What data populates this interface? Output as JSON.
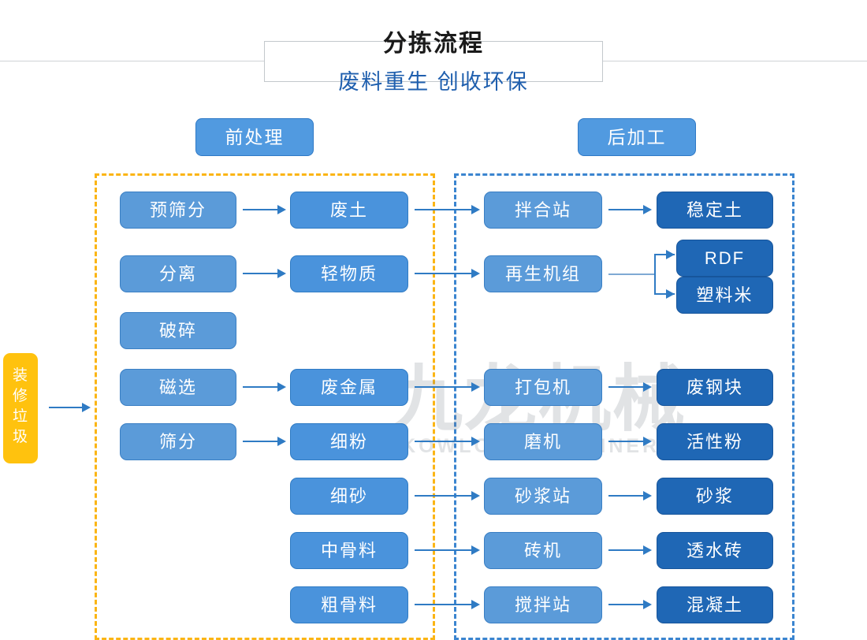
{
  "header": {
    "title": "分拣流程",
    "subtitle": "废料重生 创收环保"
  },
  "watermark": {
    "cn": "九龙机械",
    "en": "KOWLOONMACHINERY"
  },
  "stages": {
    "pre_label": "前处理",
    "post_label": "后加工"
  },
  "feed": {
    "chars": [
      "装",
      "修",
      "垃",
      "圾"
    ],
    "text": "装修垃圾",
    "color": "#ffc20e"
  },
  "colors": {
    "process": "#5b9bd9",
    "material": "#4a93dc",
    "output": "#1f67b5",
    "pre_frame": "#fbb515",
    "post_frame": "#3b85d0",
    "accent": "#1f5fae",
    "connector": "#2f7bc4"
  },
  "chart_data": {
    "type": "diagram",
    "title": "分拣流程",
    "subtitle": "废料重生 创收环保",
    "input": "装修垃圾",
    "groups": [
      {
        "name": "前处理",
        "frame_color": "#fbb515"
      },
      {
        "name": "后加工",
        "frame_color": "#3b85d0"
      }
    ],
    "rows": [
      {
        "process": "预筛分",
        "material": "废土",
        "machine": "拌合站",
        "outputs": [
          "稳定土"
        ]
      },
      {
        "process": "分离",
        "material": "轻物质",
        "machine": "再生机组",
        "outputs": [
          "RDF",
          "塑料米"
        ]
      },
      {
        "process": "破碎",
        "material": "",
        "machine": "",
        "outputs": []
      },
      {
        "process": "磁选",
        "material": "废金属",
        "machine": "打包机",
        "outputs": [
          "废钢块"
        ]
      },
      {
        "process": "筛分",
        "material": "细粉",
        "machine": "磨机",
        "outputs": [
          "活性粉"
        ]
      },
      {
        "process": "",
        "material": "细砂",
        "machine": "砂浆站",
        "outputs": [
          "砂浆"
        ]
      },
      {
        "process": "",
        "material": "中骨料",
        "machine": "砖机",
        "outputs": [
          "透水砖"
        ]
      },
      {
        "process": "",
        "material": "粗骨料",
        "machine": "搅拌站",
        "outputs": [
          "混凝土"
        ]
      }
    ]
  },
  "nodes": {
    "p_yushaifen": "预筛分",
    "p_fenli": "分离",
    "p_posui": "破碎",
    "p_cixuan": "磁选",
    "p_shaifen": "筛分",
    "m_feitu": "废土",
    "m_qingwuzhi": "轻物质",
    "m_feijinshu": "废金属",
    "m_xifen": "细粉",
    "m_xisha": "细砂",
    "m_zhonggu": "中骨料",
    "m_cugu": "粗骨料",
    "k_banhezhan": "拌合站",
    "k_zaishengjizu": "再生机组",
    "k_dabaoji": "打包机",
    "k_mooji": "磨机",
    "k_shajiangzhan": "砂浆站",
    "k_zhuanji": "砖机",
    "k_jiaobanzhan": "搅拌站",
    "o_wendingtu": "稳定土",
    "o_rdf": "RDF",
    "o_suliaomi": "塑料米",
    "o_feigangkuai": "废钢块",
    "o_huoxingfen": "活性粉",
    "o_shajiang": "砂浆",
    "o_toushuizhuan": "透水砖",
    "o_hunningtu": "混凝土"
  }
}
